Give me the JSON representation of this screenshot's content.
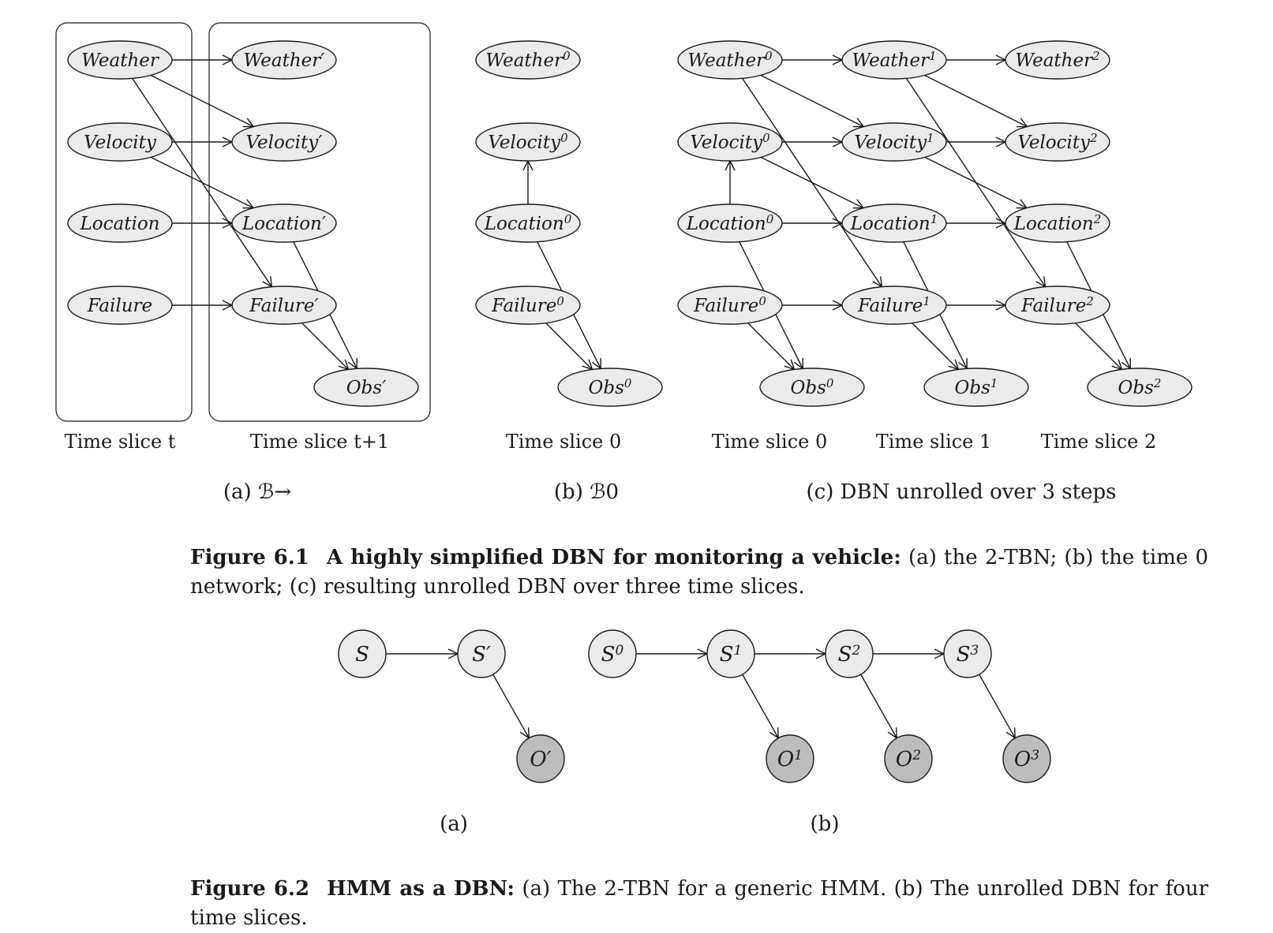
{
  "figure1": {
    "panel_a": {
      "nodes": [
        "Weather",
        "Velocity",
        "Location",
        "Failure",
        "Weather′",
        "Velocity′",
        "Location′",
        "Failure′",
        "Obs′"
      ],
      "slice_labels": [
        "Time slice t",
        "Time slice t+1"
      ],
      "sublabel": "(a) ℬ→"
    },
    "panel_b": {
      "nodes": [
        "Weather0",
        "Velocity0",
        "Location0",
        "Failure0",
        "Obs0"
      ],
      "slice_labels": [
        "Time slice 0"
      ],
      "sublabel": "(b) ℬ0"
    },
    "panel_c": {
      "nodes": [
        "Weather0",
        "Velocity0",
        "Location0",
        "Failure0",
        "Obs0",
        "Weather1",
        "Velocity1",
        "Location1",
        "Failure1",
        "Obs1",
        "Weather2",
        "Velocity2",
        "Location2",
        "Failure2",
        "Obs2"
      ],
      "slice_labels": [
        "Time slice 0",
        "Time slice 1",
        "Time slice 2"
      ],
      "sublabel": "(c) DBN unrolled over 3 steps"
    },
    "caption": {
      "number": "Figure 6.1",
      "title": "A highly simplified DBN for monitoring a vehicle:",
      "text": " (a) the 2-TBN; (b) the time 0 network; (c) resulting unrolled DBN over three time slices."
    }
  },
  "figure2": {
    "panel_a": {
      "nodes": [
        "S",
        "S′",
        "O′"
      ],
      "sublabel": "(a)"
    },
    "panel_b": {
      "nodes": [
        "S0",
        "S1",
        "S2",
        "S3",
        "O1",
        "O2",
        "O3"
      ],
      "sublabel": "(b)"
    },
    "caption": {
      "number": "Figure 6.2",
      "title": "HMM as a DBN:",
      "text": " (a) The 2-TBN for a generic HMM. (b) The unrolled DBN for four time slices."
    }
  },
  "colors": {
    "hidden_node_fill": "#ebebeb",
    "observed_node_fill": "#bdbdbd",
    "stroke": "#1a1a1a"
  }
}
